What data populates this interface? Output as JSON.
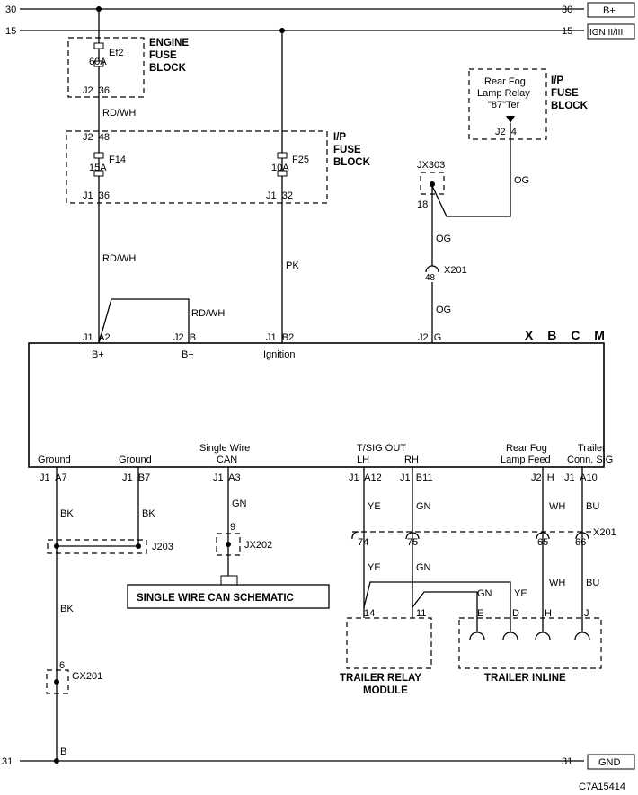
{
  "rails": {
    "top30": "30",
    "top15": "15",
    "bottom31": "31",
    "b_plus": "B+",
    "ign": "IGN II/III",
    "gnd": "GND"
  },
  "engine_fuse_block": {
    "title_line1": "ENGINE",
    "title_line2": "FUSE",
    "title_line3": "BLOCK",
    "fuse_id": "Ef2",
    "fuse_rating": "60A",
    "pin": "J2  36"
  },
  "ip_fuse_block": {
    "title_line1": "I/P",
    "title_line2": "FUSE",
    "title_line3": "BLOCK",
    "top_pin": "J2  48",
    "fuse1_id": "F14",
    "fuse1_rating": "15A",
    "fuse1_pin": "J1  36",
    "fuse2_id": "F25",
    "fuse2_rating": "10A",
    "fuse2_pin": "J1  32"
  },
  "rear_fog_relay": {
    "line1": "Rear Fog",
    "line2": "Lamp Relay",
    "line3": "\"87\"Ter",
    "pin": "J2  4",
    "block_line1": "I/P",
    "block_line2": "FUSE",
    "block_line3": "BLOCK"
  },
  "wires": {
    "rdwh1": "RD/WH",
    "rdwh2": "RD/WH",
    "rdwh3": "RD/WH",
    "pk": "PK",
    "og1": "OG",
    "og2": "OG",
    "og3": "OG",
    "bk1": "BK",
    "bk2": "BK",
    "bk3": "BK",
    "gn1": "GN",
    "ye1": "YE",
    "gn2": "GN",
    "wh1": "WH",
    "bu1": "BU",
    "ye2": "YE",
    "gn3": "GN",
    "wh2": "WH",
    "bu2": "BU",
    "gn4": "GN",
    "ye4": "YE"
  },
  "connectors": {
    "jx303": "JX303",
    "jx303_pin": "18",
    "x201_pin48": "48",
    "x201_label1": "X201",
    "j203": "J203",
    "jx202": "JX202",
    "jx202_pin": "9",
    "x201_label2": "X201",
    "x201_p74": "74",
    "x201_p75": "75",
    "x201_p65": "65",
    "x201_p66": "66",
    "gx201": "GX201",
    "gx201_pin": "6",
    "ground_pin": "B"
  },
  "xbcm": {
    "title": "X B C M",
    "top_pins": {
      "a2": "J1  A2",
      "a2_lbl": "B+",
      "b": "J2  B",
      "b_lbl": "B+",
      "b2": "J1  B2",
      "b2_lbl": "Ignition",
      "g": "J2  G"
    },
    "bottom_labels": {
      "ground1": "Ground",
      "ground2": "Ground",
      "swcan1": "Single Wire",
      "swcan2": "CAN",
      "tsig1": "T/SIG OUT",
      "tsig_lh": "LH",
      "tsig_rh": "RH",
      "fog1": "Rear Fog",
      "fog2": "Lamp Feed",
      "trl1": "Trailer",
      "trl2": "Conn. SIG"
    },
    "bottom_pins": {
      "a7": "J1  A7",
      "b7": "J1  B7",
      "a3": "J1  A3",
      "a12": "J1  A12",
      "b11": "J1  B11",
      "h": "J2  H",
      "a10": "J1  A10"
    }
  },
  "can_schematic": "SINGLE WIRE CAN SCHEMATIC",
  "trailer_relay": {
    "line1": "TRAILER RELAY",
    "line2": "MODULE",
    "pin14": "14",
    "pin11": "11"
  },
  "trailer_inline": {
    "label": "TRAILER INLINE",
    "pE": "E",
    "pD": "D",
    "pH": "H",
    "pJ": "J"
  },
  "figure_code": "C7A15414"
}
